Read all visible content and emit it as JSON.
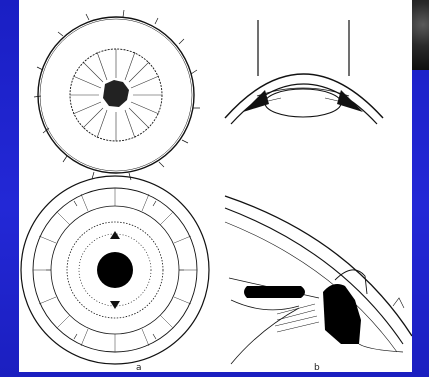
{
  "figure": {
    "panel_labels": {
      "a": "a",
      "b": "b"
    }
  },
  "colors": {
    "background": "#1d20c8",
    "plate": "#ffffff",
    "ink": "#111111"
  },
  "icons": {
    "corner": "dark-photo-thumbnail"
  }
}
